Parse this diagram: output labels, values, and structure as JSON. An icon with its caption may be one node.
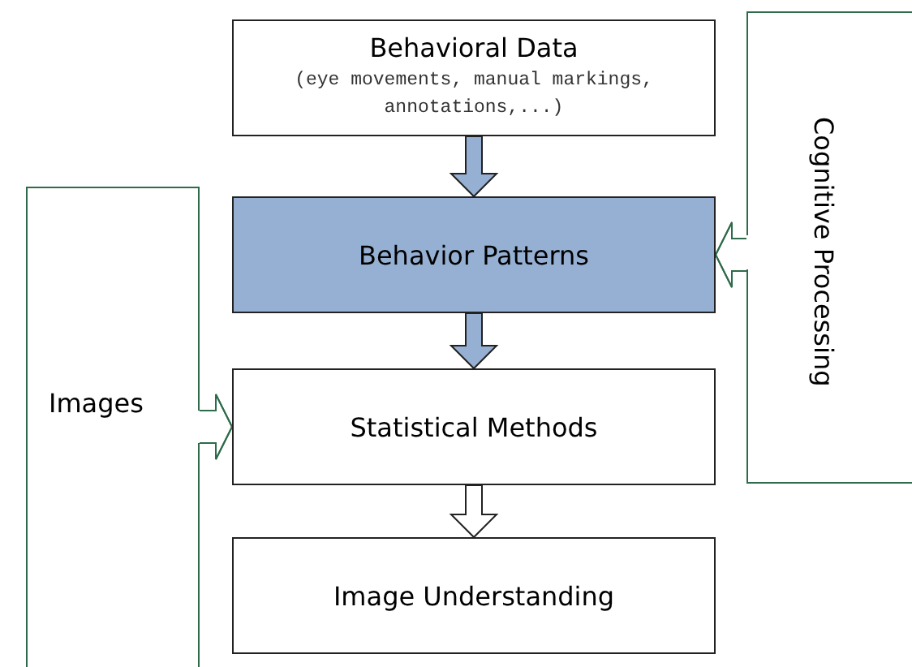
{
  "diagram": {
    "nodes": [
      {
        "text": [
          "Behavioral Data",
          "(eye movements, manual markings, annotations,...)"
        ]
      },
      {
        "text": [
          "Behavior Patterns"
        ]
      },
      {
        "text": [
          "Statistical Methods"
        ]
      },
      {
        "text": [
          "Image Understanding"
        ]
      },
      {
        "text": [
          "Images"
        ]
      },
      {
        "text": [
          "Cognitive Processing"
        ]
      }
    ],
    "edges": [
      {
        "from": 0,
        "to": 1,
        "arrow": "to",
        "style": "thick"
      },
      {
        "from": 1,
        "to": 2,
        "arrow": "to",
        "style": "thick"
      },
      {
        "from": 2,
        "to": 3,
        "arrow": "to",
        "style": "thick",
        "color": "#ffffff"
      },
      {
        "from": 4,
        "to": 2,
        "arrow": "to",
        "color": "#2e6b4a"
      },
      {
        "from": 5,
        "to": 1,
        "arrow": "to",
        "color": "#2e6b4a"
      }
    ]
  }
}
